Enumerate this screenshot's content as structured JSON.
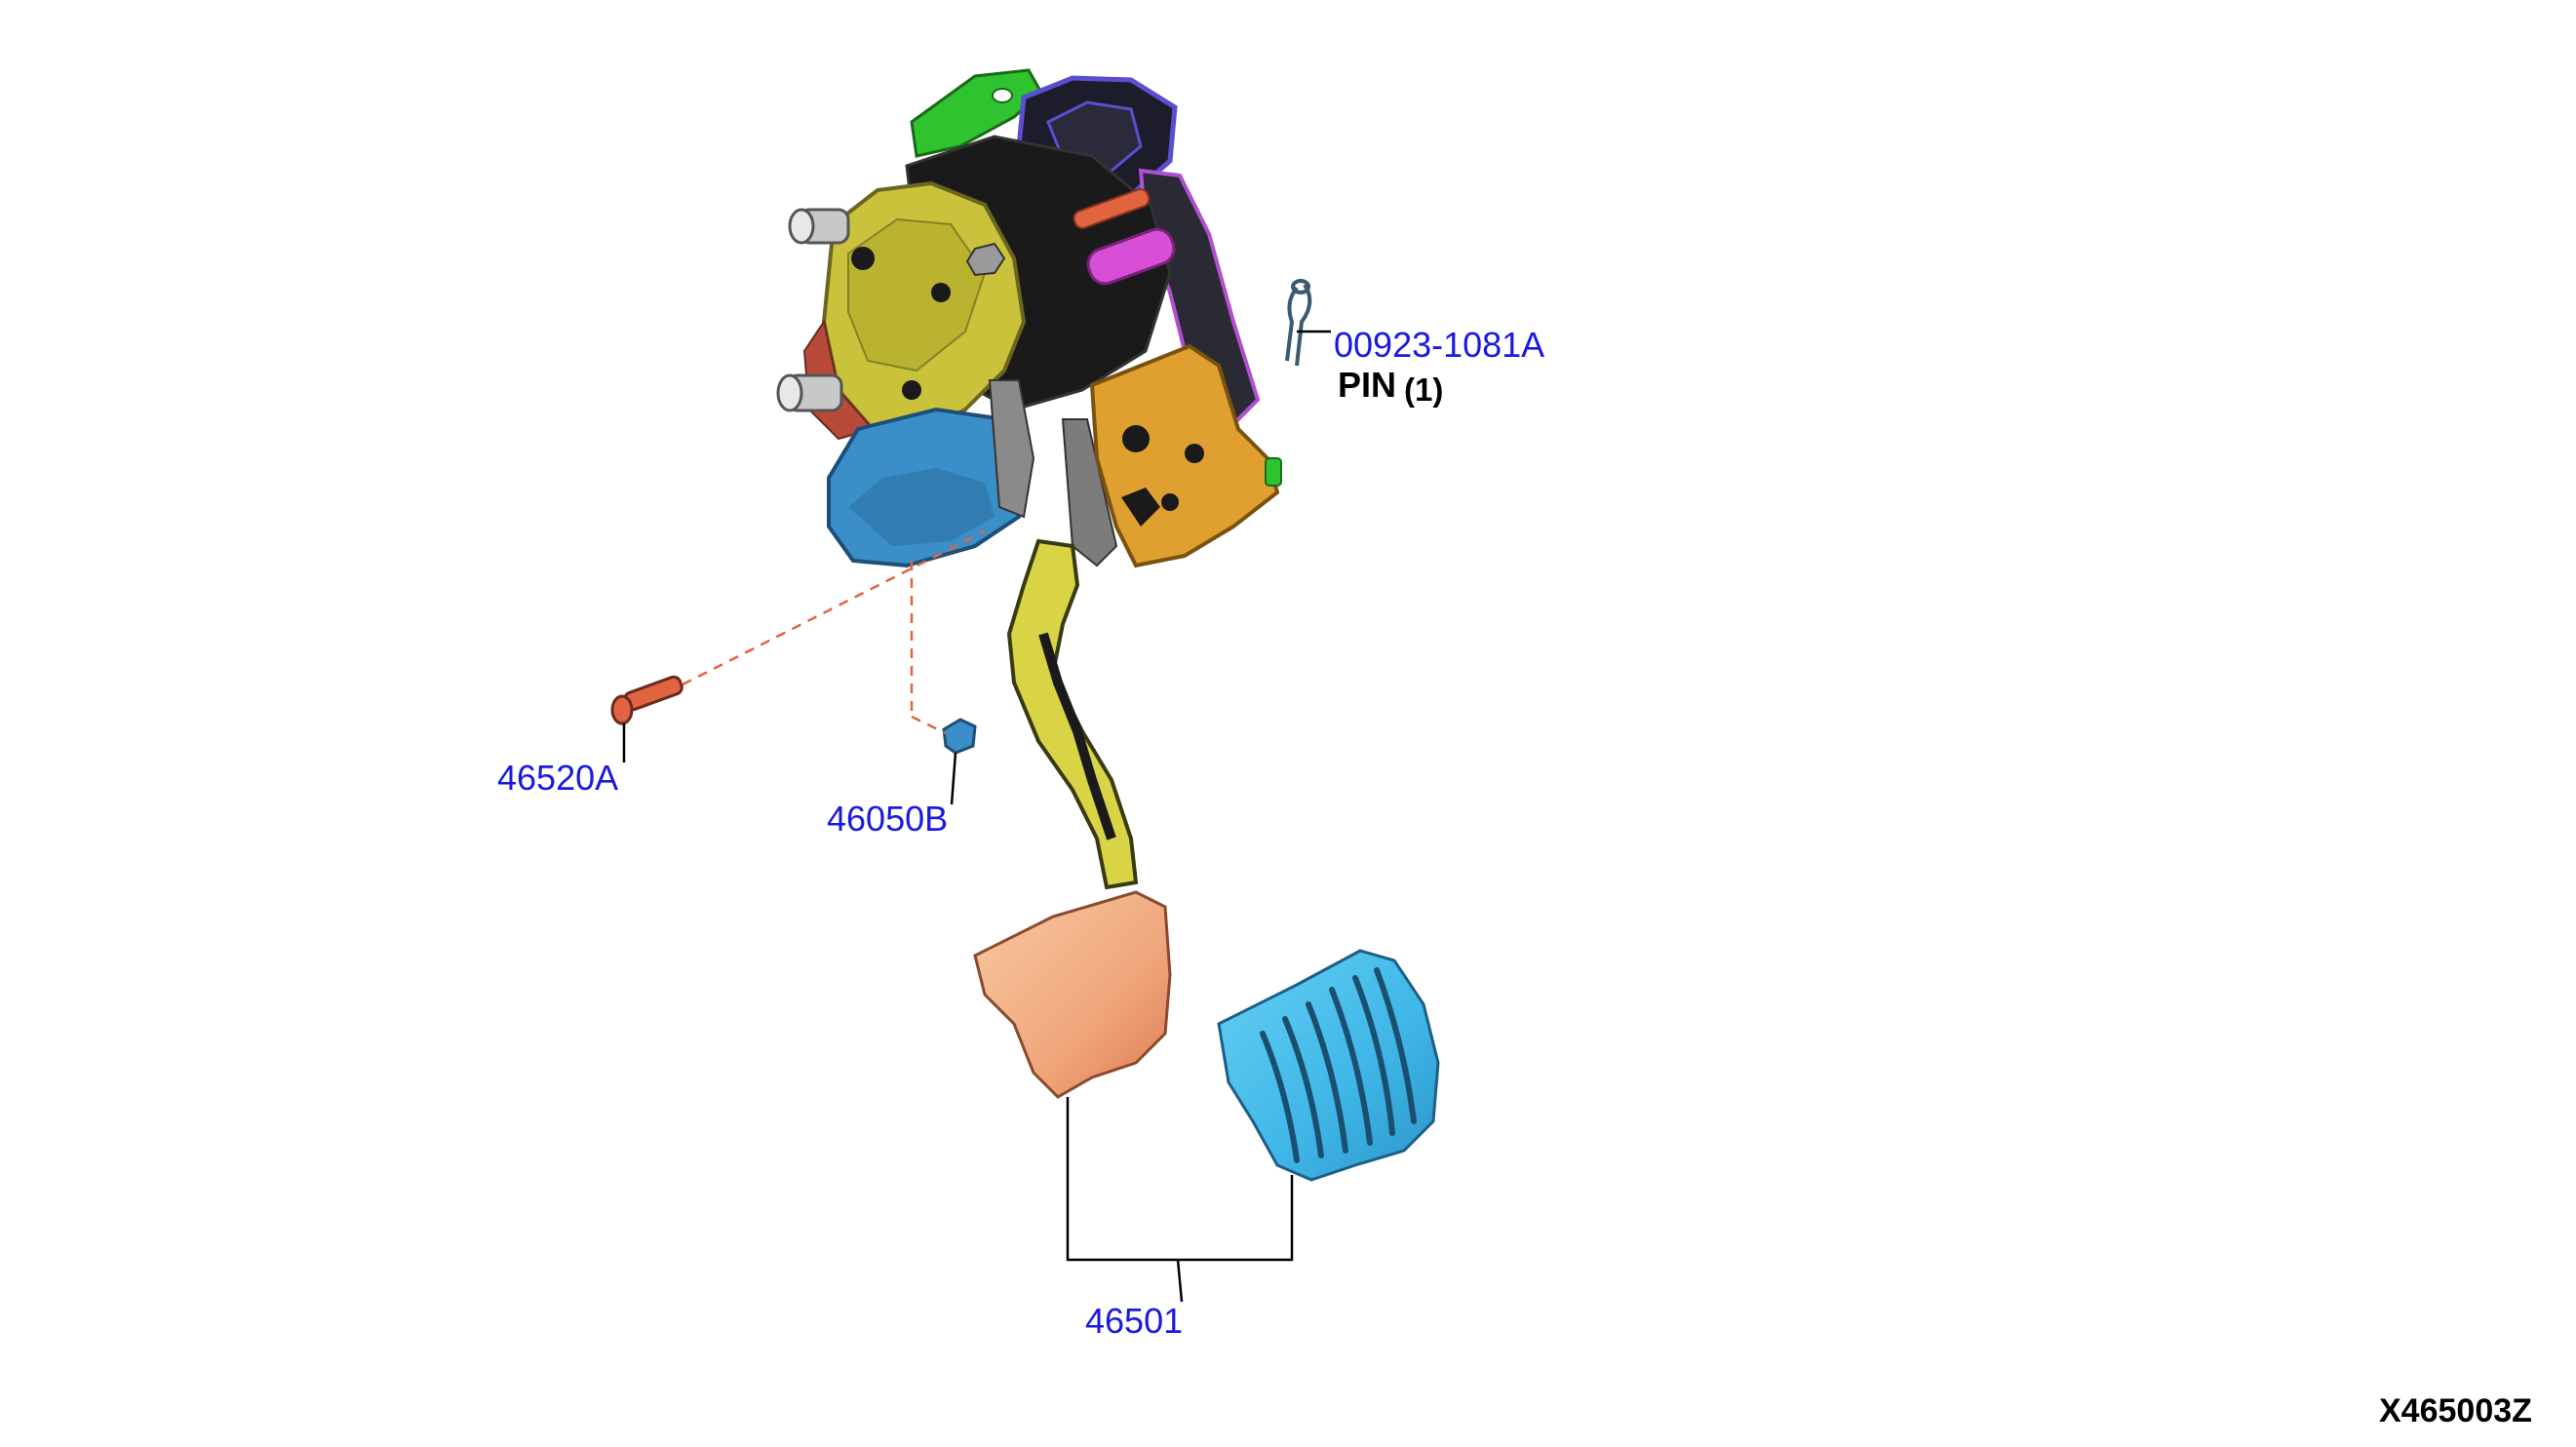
{
  "diagram": {
    "callouts": {
      "pin_part": "00923-1081A",
      "pin_name": "PIN",
      "pin_qty": "(1)",
      "pivot_part": "46520A",
      "clip_part": "46050B",
      "pedal_part": "46501"
    },
    "figure_code": "X465003Z",
    "colors": {
      "callout_text": "#1a1adf",
      "bracket_yellow": "#c9c23a",
      "arm_yellow": "#d8d446",
      "plate_orange": "#e0a030",
      "pad_peach": "#f4b48a",
      "pad_cyan": "#3fb6e6",
      "mount_blue": "#3b8fc9",
      "clip_green": "#2fc42f",
      "connector_purple": "#5a4fd0",
      "rod_magenta": "#d64fd6",
      "pivot_orange": "#e0643f",
      "leader_dashed": "#e0643f"
    }
  }
}
